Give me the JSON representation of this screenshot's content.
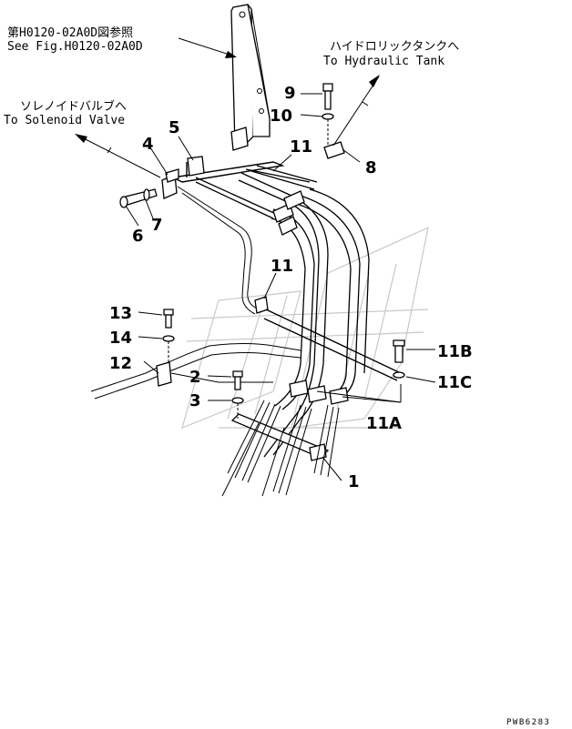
{
  "references": {
    "see_fig_jp": "第H0120-02A0D図参照",
    "see_fig_en": "See Fig.H0120-02A0D",
    "solenoid_jp": "ソレノイドバルブへ",
    "solenoid_en": "To Solenoid Valve",
    "tank_jp": "ハイドロリックタンクへ",
    "tank_en": "To Hydraulic Tank"
  },
  "callouts": {
    "c1": "1",
    "c2": "2",
    "c3": "3",
    "c4": "4",
    "c5": "5",
    "c6": "6",
    "c7": "7",
    "c8": "8",
    "c9": "9",
    "c10": "10",
    "c11a": "11",
    "c11b": "11",
    "c11A": "11A",
    "c11B": "11B",
    "c11C": "11C",
    "c12": "12",
    "c13": "13",
    "c14": "14"
  },
  "drawing_code": "PWB6283"
}
